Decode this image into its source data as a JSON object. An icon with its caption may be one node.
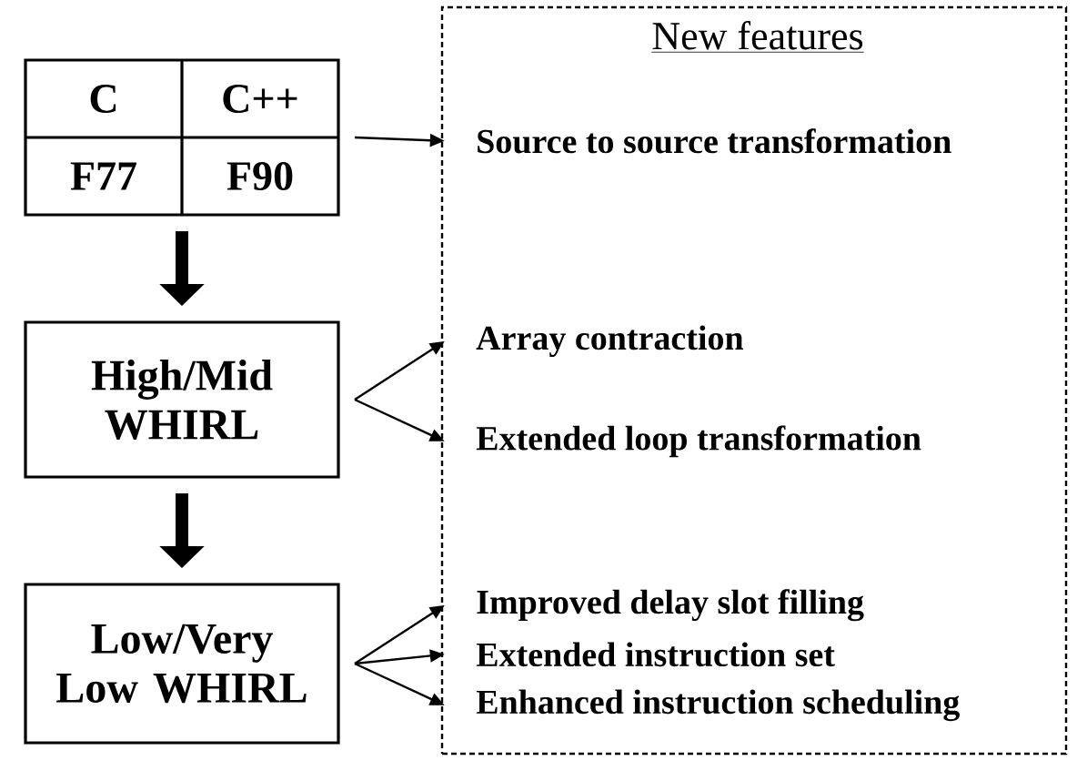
{
  "diagram": {
    "nodes": [
      {
        "text": [
          "New features"
        ]
      },
      {
        "text": [
          "C",
          "C++",
          "F77",
          "F90"
        ]
      },
      {
        "text": [
          "High/Mid WHIRL"
        ]
      },
      {
        "text": [
          "Low/Very Low WHIRL"
        ]
      },
      {
        "text": [
          "Source to source transformation"
        ],
        "in": 0
      },
      {
        "text": [
          "Array contraction"
        ],
        "in": 0
      },
      {
        "text": [
          "Extended loop transformation"
        ],
        "in": 0
      },
      {
        "text": [
          "Improved delay slot filling"
        ],
        "in": 0
      },
      {
        "text": [
          "Extended instruction set"
        ],
        "in": 0
      },
      {
        "text": [
          "Enhanced instruction scheduling"
        ],
        "in": 0
      }
    ],
    "edges": [
      {
        "from": 1,
        "to": 2,
        "arrow": "to",
        "style": "thick"
      },
      {
        "from": 2,
        "to": 3,
        "arrow": "to",
        "style": "thick"
      },
      {
        "from": 1,
        "to": 4,
        "arrow": "to"
      },
      {
        "from": 2,
        "to": 5,
        "arrow": "to"
      },
      {
        "from": 2,
        "to": 6,
        "arrow": "to"
      },
      {
        "from": 3,
        "to": 7,
        "arrow": "to"
      },
      {
        "from": 3,
        "to": 8,
        "arrow": "to"
      },
      {
        "from": 3,
        "to": 9,
        "arrow": "to"
      }
    ]
  }
}
